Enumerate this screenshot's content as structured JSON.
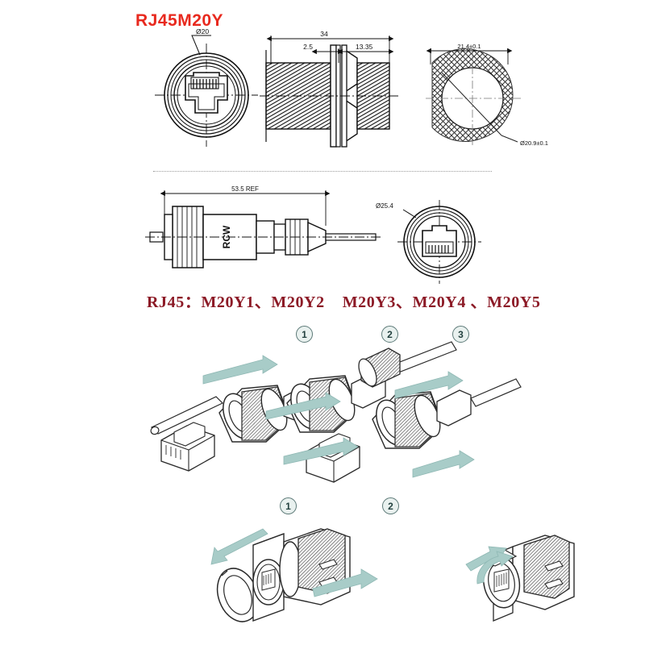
{
  "doc": {
    "title": "RJ45M20Y",
    "title_color": "#e8291e",
    "model_line_color": "#8c1a26",
    "arrow_color": "#a8ccc8",
    "line_color": "#1a1a1a"
  },
  "models": {
    "prefix": "RJ45：",
    "group_a": "M20Y1、M20Y2",
    "group_b": "M20Y3、",
    "group_c": "M20Y4 、M20Y5"
  },
  "top_view": {
    "diameter_callout": "Ø20",
    "overall_length": "34",
    "dim_front": "2.5",
    "dim_rear": "13.35",
    "panel_cutout_width": "21.4±0.1",
    "panel_cutout_diameter": "Ø20.9±0.1"
  },
  "mid_view": {
    "overall_length": "53.5 REF",
    "body_marking": "RCW",
    "socket_diameter": "Ø25.4"
  },
  "assembly_steps_upper": {
    "caption_1": "1",
    "caption_2": "2",
    "caption_3": "3"
  },
  "assembly_steps_lower": {
    "caption_1": "1",
    "caption_2": "2"
  }
}
